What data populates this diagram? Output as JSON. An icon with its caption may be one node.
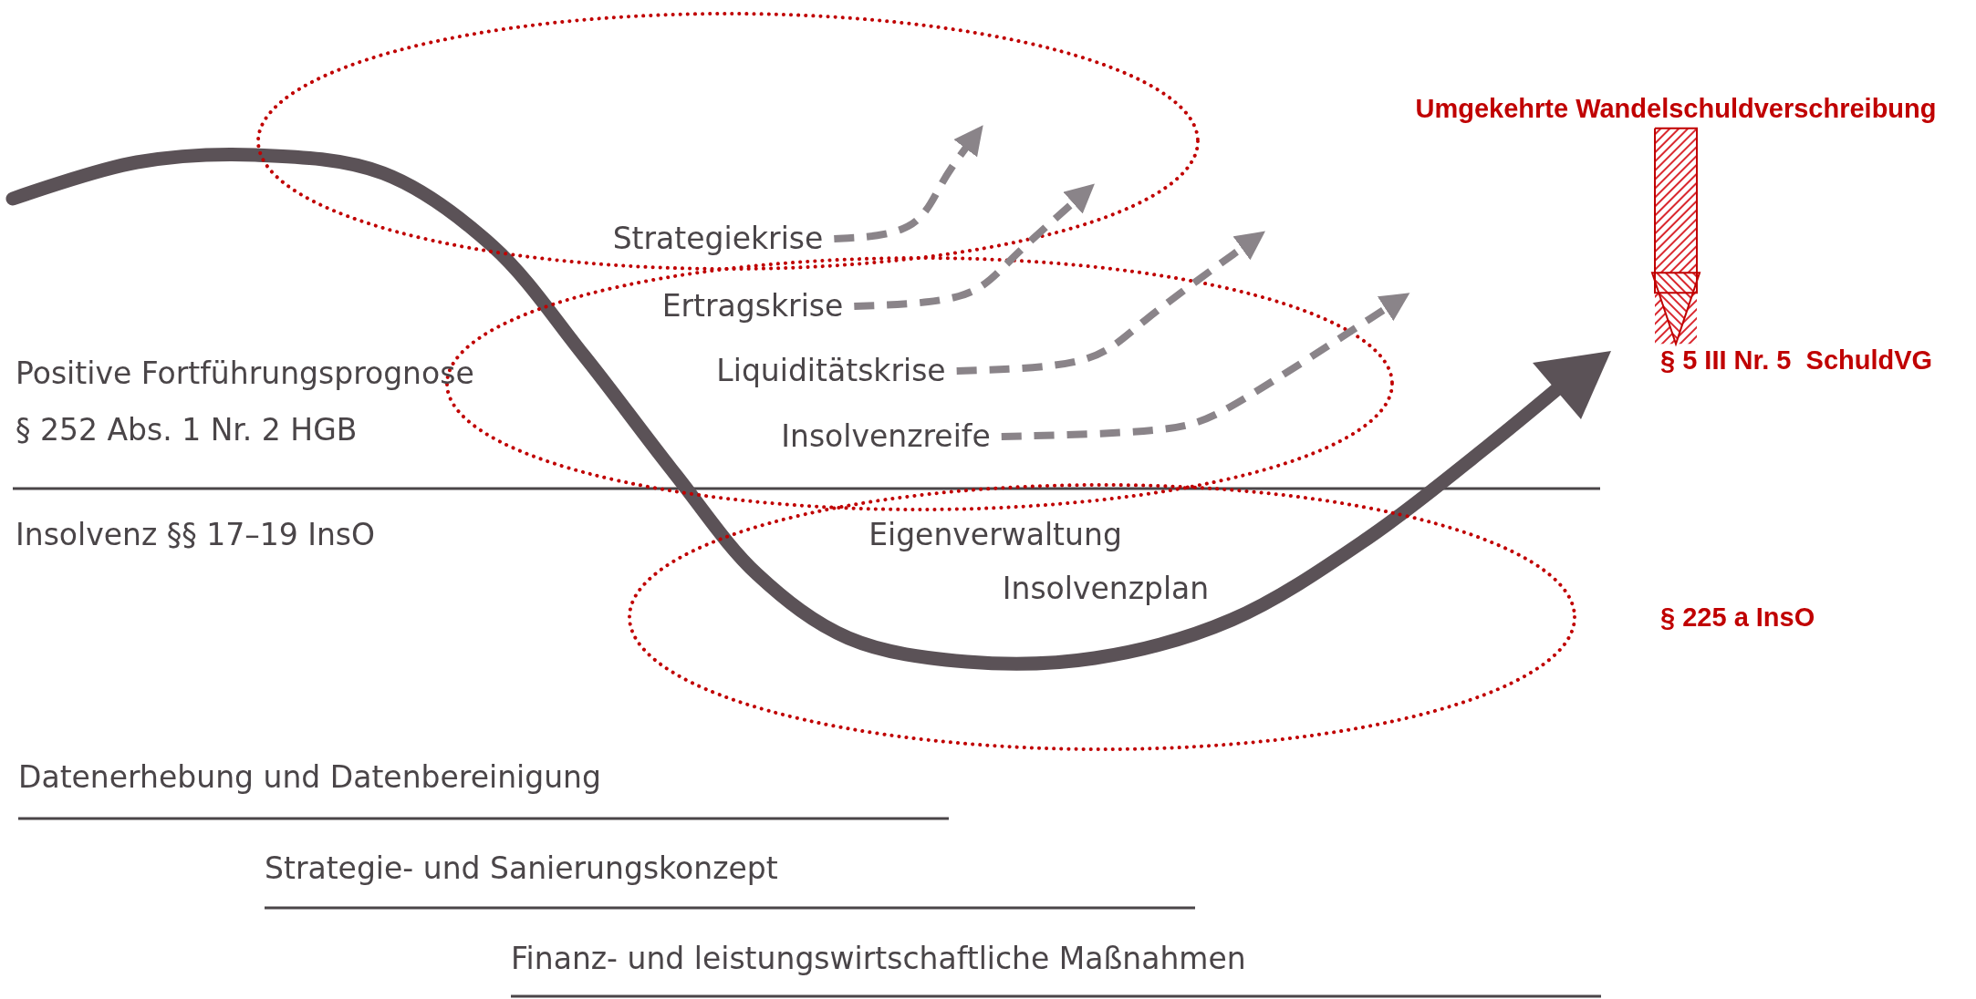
{
  "diagram": {
    "nodes": [
      {
        "text": [
          "Strategiekrise"
        ]
      },
      {
        "text": [
          "Ertragskrise"
        ]
      },
      {
        "text": [
          "Liquiditätskrise"
        ]
      },
      {
        "text": [
          "Insolvenzreife"
        ]
      },
      {
        "text": [
          "Umgekehrte Wandelschuldverschreibung"
        ]
      },
      {
        "text": [
          "§ 5 III Nr. 5  SchuldVG"
        ]
      }
    ],
    "edges": [
      {
        "from": 0,
        "to": null,
        "arrow": "to",
        "style": "dashed"
      },
      {
        "from": 1,
        "to": null,
        "arrow": "to",
        "style": "dashed"
      },
      {
        "from": 2,
        "to": null,
        "arrow": "to",
        "style": "dashed"
      },
      {
        "from": 3,
        "to": null,
        "arrow": "to",
        "style": "dashed"
      },
      {
        "from": 4,
        "to": 5,
        "arrow": "to",
        "style": "thick",
        "color": "#c00000"
      }
    ],
    "labels": [
      "Positive Fortführungsprognose",
      "§ 252 Abs. 1 Nr. 2 HGB",
      "Insolvenz §§ 17–19 InsO",
      "Eigenverwaltung",
      "Insolvenzplan",
      "Datenerhebung und Datenbereinigung",
      "Strategie- und Sanierungskonzept",
      "Finanz- und leistungswirtschaftliche Maßnahmen",
      "§ 225 a InsO"
    ]
  }
}
